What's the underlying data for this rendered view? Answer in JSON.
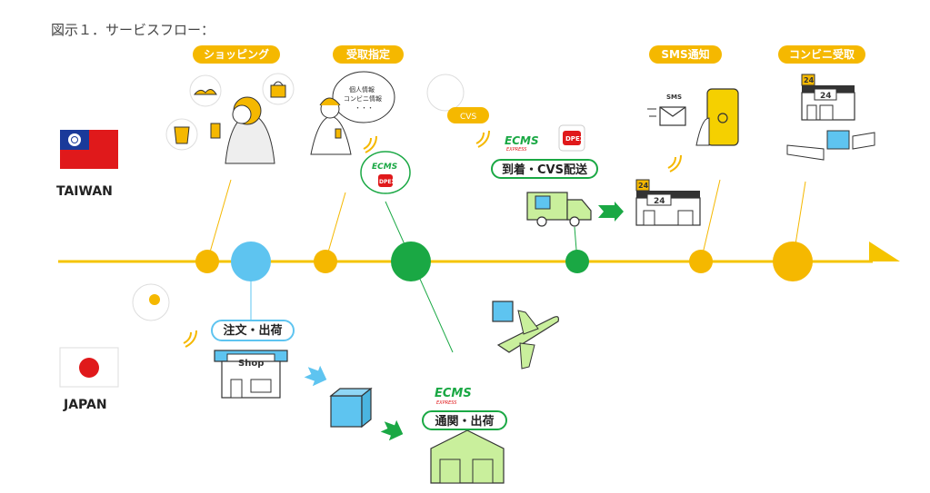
{
  "title": "図示１．サービスフロー：",
  "countries": {
    "taiwan": "TAIWAN",
    "japan": "JAPAN"
  },
  "steps": {
    "shopping": "ショッピング",
    "designate": "受取指定",
    "sms": "SMS通知",
    "pickup": "コンビニ受取",
    "order_ship": "注文・出荷",
    "customs": "通関・出荷",
    "arrival": "到着・CVS配送"
  },
  "labels": {
    "shop_sign": "Shop",
    "ecms": "ECMS",
    "ecms_sub": "EXPRESS",
    "dpex": "DPEX",
    "cvs": "CVS",
    "sms_icon": "SMS",
    "store_24": "24",
    "bubble_line1": "個人情報",
    "bubble_line2": "コンビニ情報",
    "bubble_line3": "・・・"
  },
  "colors": {
    "yellow": "#f5b800",
    "green": "#1aa844",
    "light_blue": "#5ec4f0",
    "light_green": "#c9ef9c"
  }
}
